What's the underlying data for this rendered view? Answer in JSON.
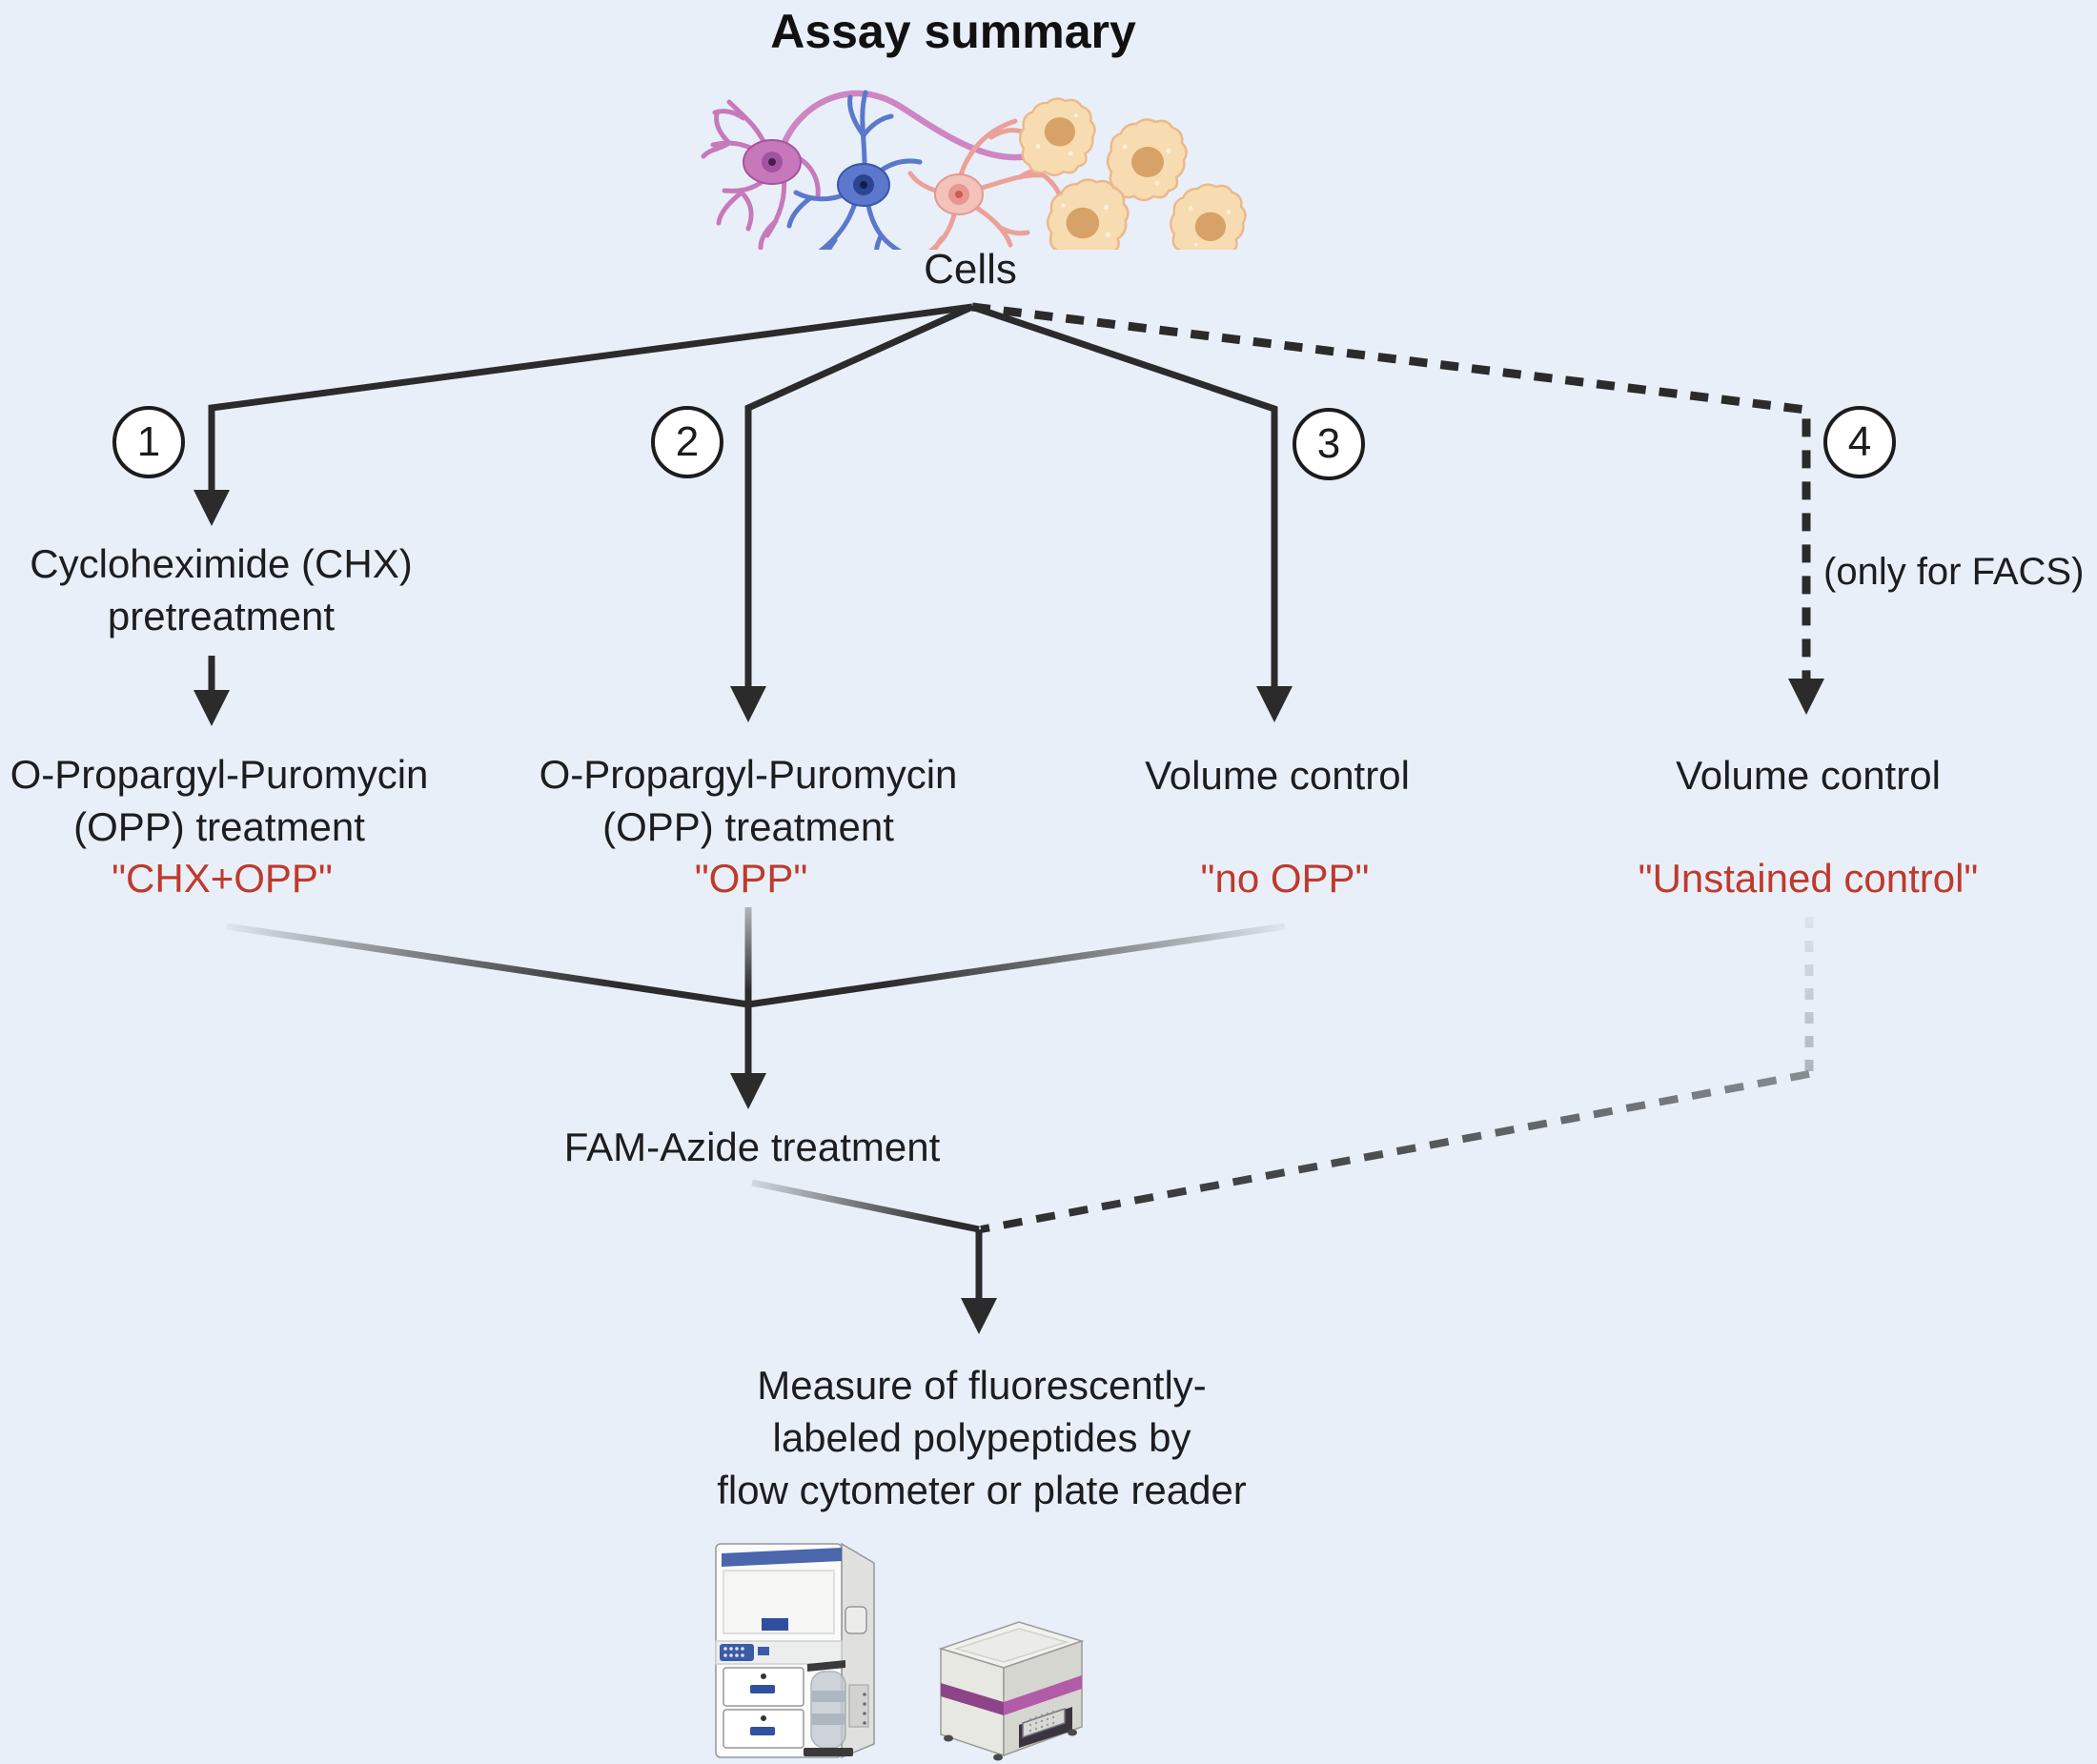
{
  "title": "Assay summary",
  "cells": {
    "label": "Cells"
  },
  "branches": [
    {
      "number": "1",
      "pretreatment": {
        "line1": "Cycloheximide (CHX)",
        "line2": "pretreatment"
      },
      "treatment": {
        "line1": "O-Propargyl-Puromycin",
        "line2": "(OPP) treatment"
      },
      "condition": "\"CHX+OPP\""
    },
    {
      "number": "2",
      "treatment": {
        "line1": "O-Propargyl-Puromycin",
        "line2": "(OPP) treatment"
      },
      "condition": "\"OPP\""
    },
    {
      "number": "3",
      "treatment": {
        "line1": "Volume control"
      },
      "condition": "\"no OPP\""
    },
    {
      "number": "4",
      "note": "(only for FACS)",
      "treatment": {
        "line1": "Volume control"
      },
      "condition": "\"Unstained control\""
    }
  ],
  "fam_step": {
    "label": "FAM-Azide treatment"
  },
  "measure_step": {
    "line1": "Measure of fluorescently-",
    "line2": "labeled polypeptides by",
    "line3": "flow cytometer or plate reader"
  },
  "icons": {
    "cells": "neurons-and-round-cells-illustration",
    "flow_cytometer": "flow-cytometer-illustration",
    "plate_reader": "plate-reader-illustration"
  },
  "colors": {
    "background": "#e8eff9",
    "line": "#2b2b2b",
    "condition_text": "#c0392b",
    "body_text": "#1d1d1f",
    "circle_fill": "#ffffff"
  }
}
